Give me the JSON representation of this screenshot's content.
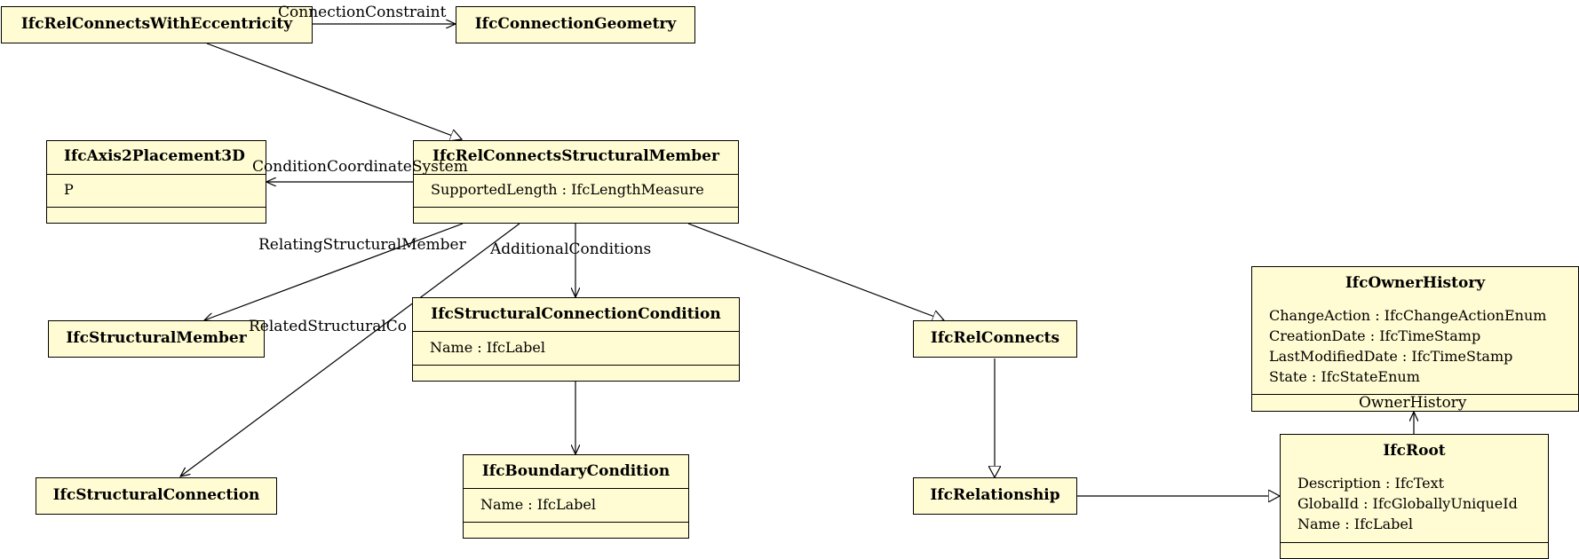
{
  "classes": {
    "rel_eccentricity": {
      "name": "IfcRelConnectsWithEccentricity"
    },
    "connection_geometry": {
      "name": "IfcConnectionGeometry"
    },
    "axis2placement3d": {
      "name": "IfcAxis2Placement3D",
      "attributes": [
        "P"
      ]
    },
    "rel_structural_member": {
      "name": "IfcRelConnectsStructuralMember",
      "attributes": [
        "SupportedLength : IfcLengthMeasure"
      ]
    },
    "structural_member": {
      "name": "IfcStructuralMember"
    },
    "structural_connection_condition": {
      "name": "IfcStructuralConnectionCondition",
      "attributes": [
        "Name : IfcLabel"
      ]
    },
    "rel_connects": {
      "name": "IfcRelConnects"
    },
    "owner_history": {
      "name": "IfcOwnerHistory",
      "attributes": [
        "ChangeAction : IfcChangeActionEnum",
        "CreationDate : IfcTimeStamp",
        "LastModifiedDate : IfcTimeStamp",
        "State : IfcStateEnum"
      ]
    },
    "structural_connection": {
      "name": "IfcStructuralConnection"
    },
    "boundary_condition": {
      "name": "IfcBoundaryCondition",
      "attributes": [
        "Name : IfcLabel"
      ]
    },
    "relationship": {
      "name": "IfcRelationship"
    },
    "root": {
      "name": "IfcRoot",
      "attributes": [
        "Description : IfcText",
        "GlobalId : IfcGloballyUniqueId",
        "Name : IfcLabel"
      ]
    }
  },
  "edge_labels": {
    "connection_constraint": "ConnectionConstraint",
    "condition_coordinate_system": "ConditionCoordinateSystem",
    "relating_structural_member": "RelatingStructuralMember",
    "additional_conditions": "AdditionalConditions",
    "related_structural_connection": "RelatedStructuralCo",
    "owner_history": "OwnerHistory"
  }
}
